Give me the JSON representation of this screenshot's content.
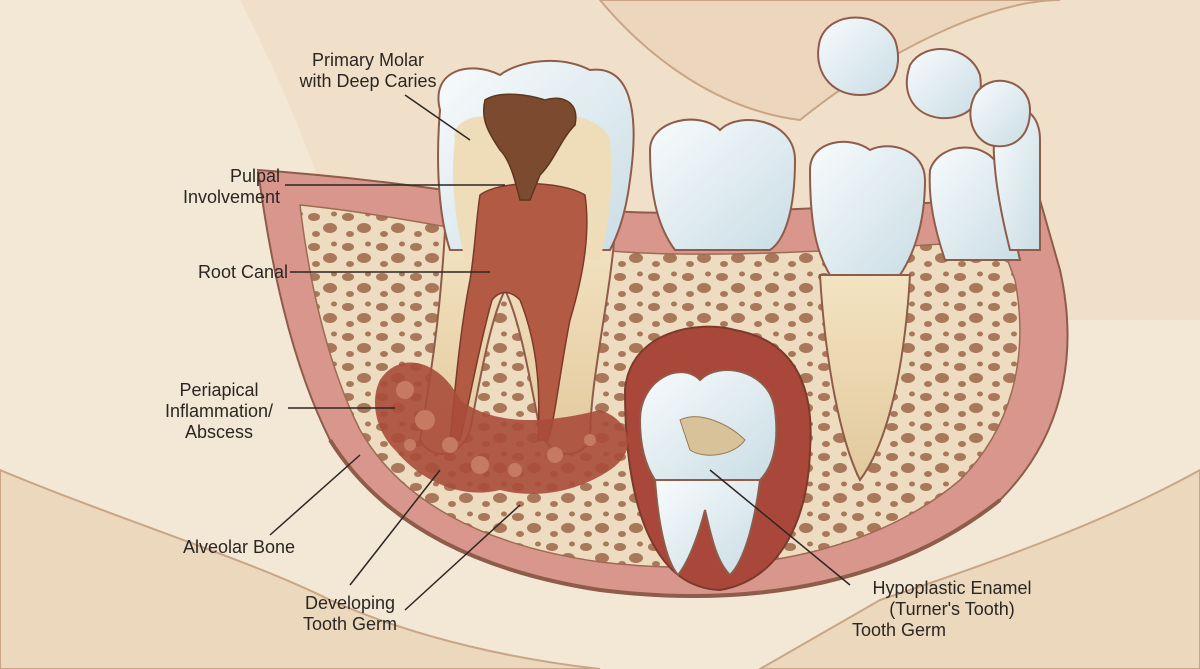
{
  "labels": {
    "primary_molar": [
      "Primary Molar",
      "with Deep Caries"
    ],
    "pulpal": [
      "Pulpal",
      "Involvement"
    ],
    "root_canal": [
      "Root Canal"
    ],
    "periapical": [
      "Periapical",
      "Inflammation/",
      "Abscess"
    ],
    "alveolar": [
      "Alveolar Bone"
    ],
    "developing": [
      "Developing",
      "Tooth Germ"
    ],
    "hypoplastic": [
      "Hypoplastic Enamel",
      "(Turner's Tooth)",
      "Tooth Germ"
    ]
  },
  "colors": {
    "background": "#f3e8d6",
    "bone": "#eedcc0",
    "gum": "#d9968c",
    "enamel": "#e4eef2",
    "dentin": "#efdcb8",
    "pulp": "#b35a45",
    "caries": "#7c4b2f",
    "abscess": "#a84c3a",
    "leader": "#2b2622"
  }
}
